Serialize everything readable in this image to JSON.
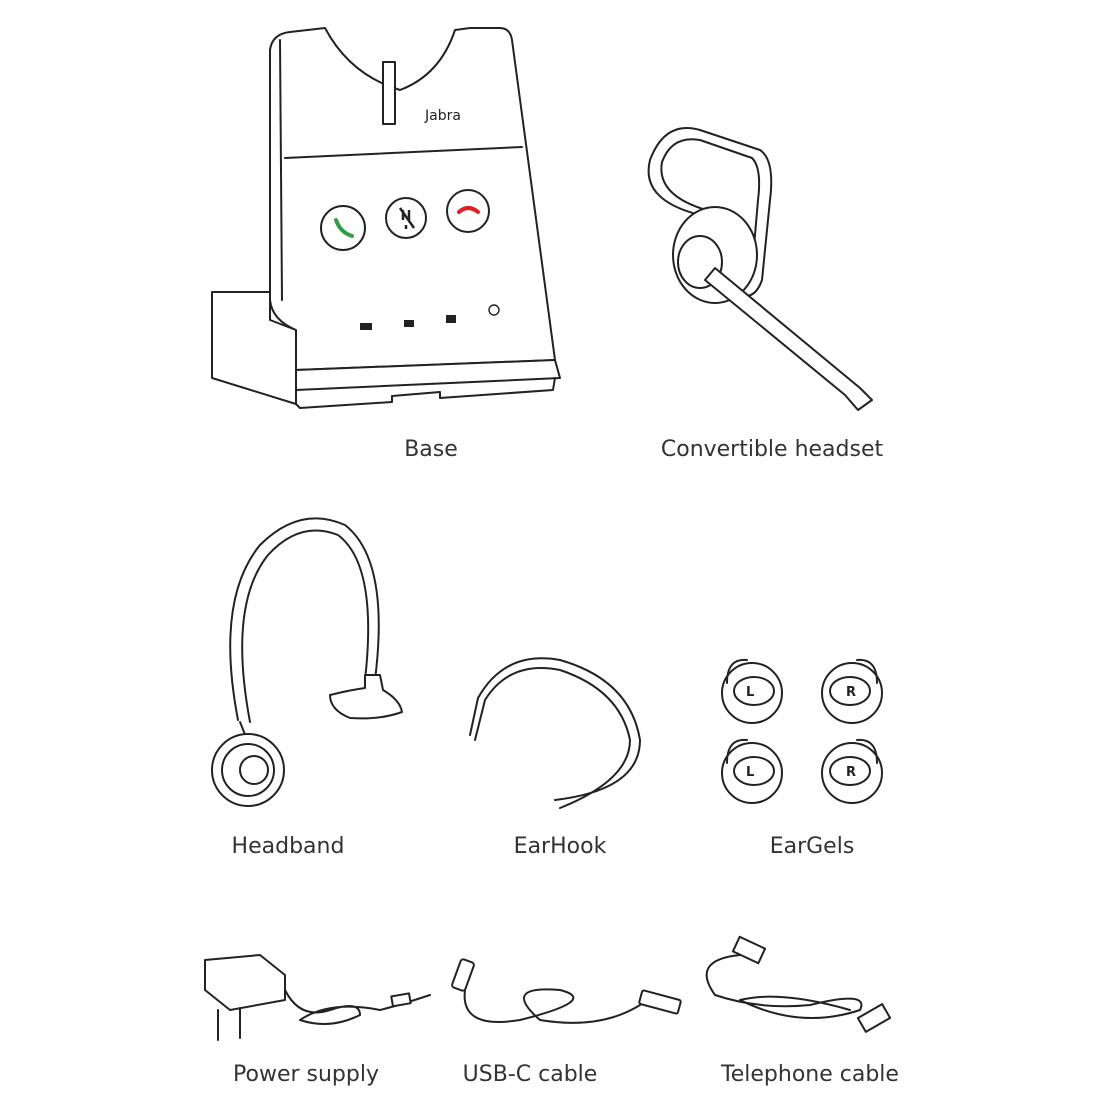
{
  "brand_text": "Jabra",
  "items": [
    {
      "label": "Base",
      "icon": "base-station"
    },
    {
      "label": "Convertible headset",
      "icon": "headset"
    },
    {
      "label": "Headband",
      "icon": "headband"
    },
    {
      "label": "EarHook",
      "icon": "earhook"
    },
    {
      "label": "EarGels",
      "icon": "eargels"
    },
    {
      "label": "Power supply",
      "icon": "power-adapter"
    },
    {
      "label": "USB-C cable",
      "icon": "usb-c-cable"
    },
    {
      "label": "Telephone cable",
      "icon": "telephone-cable"
    }
  ],
  "eargel_marks": [
    "L",
    "R",
    "L",
    "R"
  ],
  "colors": {
    "answer_button": "#2e9e4a",
    "end_call_button": "#e02020",
    "line": "#222222",
    "label_text": "#333333"
  }
}
